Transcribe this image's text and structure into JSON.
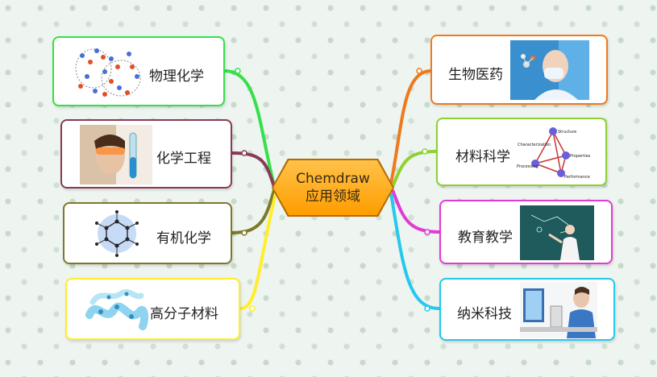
{
  "center": {
    "line1": "Chemdraw",
    "line2": "应用领域"
  },
  "topics": {
    "wuli": {
      "label": "物理化学",
      "color": "#35e04a"
    },
    "huagong": {
      "label": "化学工程",
      "color": "#8a3a55"
    },
    "youji": {
      "label": "有机化学",
      "color": "#7c7a2a"
    },
    "gaofenzi": {
      "label": "高分子材料",
      "color": "#ffee2a"
    },
    "shengwu": {
      "label": "生物医药",
      "color": "#ef7a1e"
    },
    "cailiao": {
      "label": "材料科学",
      "color": "#8ed132"
    },
    "jiaoyu": {
      "label": "教育教学",
      "color": "#e23ad6"
    },
    "nami": {
      "label": "纳米科技",
      "color": "#25c8ee"
    }
  },
  "diagram_texts": {
    "structure": "Structure",
    "characterization": "Characterization",
    "properties": "Properties",
    "processing": "Processing",
    "performance": "Performance"
  }
}
